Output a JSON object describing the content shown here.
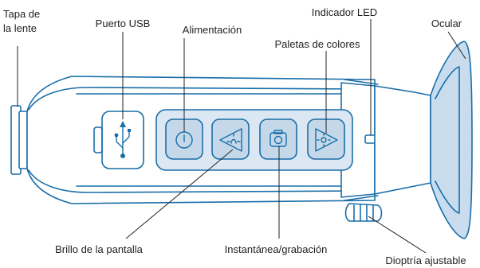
{
  "labels": {
    "lens_cap_line1": "Tapa de",
    "lens_cap_line2": "la lente",
    "usb_port": "Puerto USB",
    "power": "Alimentación",
    "led_indicator": "Indicador LED",
    "eyepiece": "Ocular",
    "color_palettes": "Paletas de colores",
    "screen_brightness": "Brillo de la pantalla",
    "snapshot_recording": "Instantánea/grabación",
    "adjustable_diopter": "Dioptría ajustable"
  },
  "colors": {
    "device_stroke": "#1a6ea8",
    "button_panel": "#dbe8f3",
    "button": "#c4d8ea",
    "eyecup": "#c8dcee",
    "text": "#222222"
  },
  "icons": [
    "usb-icon",
    "power-icon",
    "brightness-left-icon",
    "camera-icon",
    "palette-right-icon"
  ]
}
